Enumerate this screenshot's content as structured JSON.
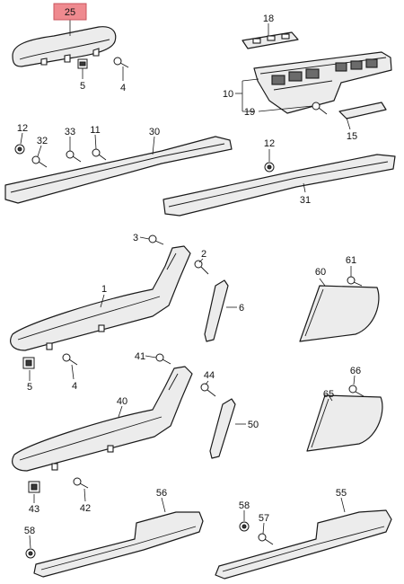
{
  "diagram": {
    "highlighted_part": "25",
    "callouts": [
      "25",
      "18",
      "5",
      "4",
      "10",
      "19",
      "15",
      "12",
      "32",
      "33",
      "11",
      "30",
      "12",
      "31",
      "3",
      "2",
      "1",
      "6",
      "60",
      "61",
      "5",
      "4",
      "41",
      "44",
      "40",
      "50",
      "65",
      "66",
      "43",
      "42",
      "56",
      "58",
      "57",
      "55",
      "58"
    ]
  }
}
